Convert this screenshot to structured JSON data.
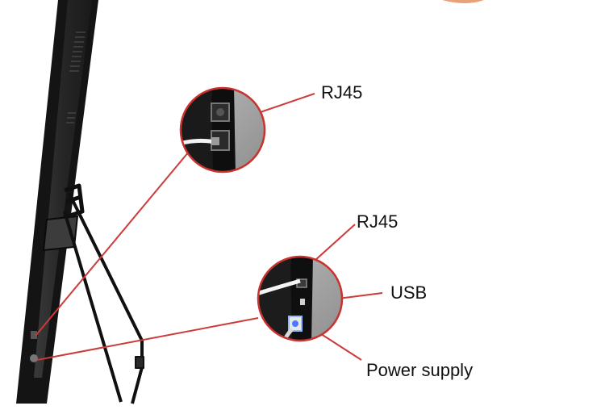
{
  "colors": {
    "leader_line": "#cc3a3a",
    "circle_border": "#c8322f",
    "panel_frame": "#141414",
    "panel_face": "#2a2a2a",
    "stand": "#101010",
    "text": "#111111"
  },
  "callouts": [
    {
      "label": "RJ45",
      "target": "upper-rj45-port"
    },
    {
      "label": "RJ45",
      "target": "lower-rj45-port"
    },
    {
      "label": "USB",
      "target": "usb-port"
    },
    {
      "label": "Power supply",
      "target": "power-connector"
    }
  ]
}
